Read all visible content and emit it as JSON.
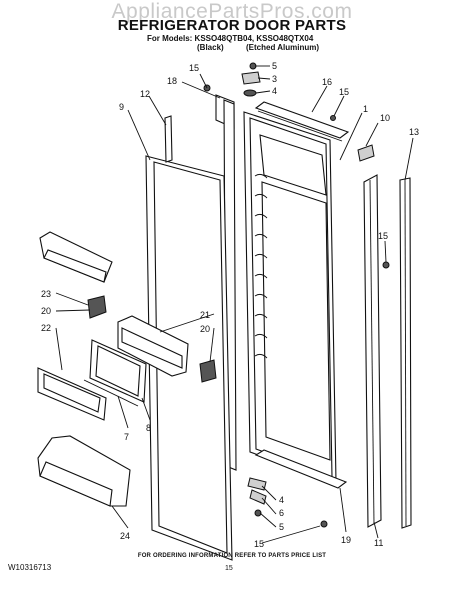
{
  "watermark": "AppliancePartsPros.com",
  "title": "REFRIGERATOR DOOR PARTS",
  "models_line": "For Models: KSSO48QTB04, KSSO48QTX04",
  "finish_black": "(Black)",
  "finish_aluminum": "(Etched Aluminum)",
  "footer_note": "FOR ORDERING INFORMATION REFER TO PARTS PRICE LIST",
  "doc_number": "W10316713",
  "page_number": "15",
  "callouts": {
    "c1": "1",
    "c3": "3",
    "c4a": "4",
    "c4b": "4",
    "c5a": "5",
    "c5b": "5",
    "c6": "6",
    "c7": "7",
    "c8": "8",
    "c9": "9",
    "c10": "10",
    "c11": "11",
    "c12": "12",
    "c13": "13",
    "c15a": "15",
    "c15b": "15",
    "c15c": "15",
    "c15d": "15",
    "c16": "16",
    "c18": "18",
    "c19": "19",
    "c20a": "20",
    "c20b": "20",
    "c21": "21",
    "c22": "22",
    "c23": "23",
    "c24": "24"
  }
}
